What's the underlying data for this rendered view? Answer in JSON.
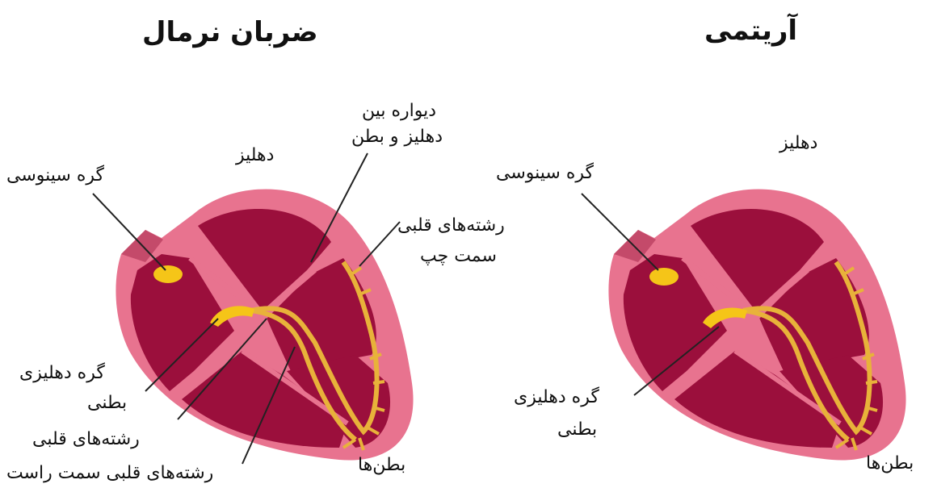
{
  "titles": {
    "normal": "ضربان نرمال",
    "arrhythmia": "آریتمی"
  },
  "labels": {
    "left_atrium": "دهلیز",
    "septum_line1": "دیواره بین",
    "septum_line2": "دهلیز و بطن",
    "left_sa_node": "گره سینوسی",
    "left_bundle_left_line1": "رشته‌های قلبی",
    "left_bundle_left_line2": "سمت چپ",
    "av_node_line1": "گره دهلیزی",
    "av_node_line2": "بطنی",
    "bundle_fibers": "رشته‌های قلبی",
    "right_bundle": "رشته‌های قلبی سمت راست",
    "left_ventricles": "بطن‌ها",
    "right_atrium": "دهلیز",
    "right_sa_node": "گره سینوسی",
    "right_av_node_line1": "گره دهلیزی",
    "right_av_node_line2": "بطنی",
    "right_ventricles": "بطن‌ها"
  },
  "colors": {
    "heart_outer": "#e8738f",
    "heart_chamber": "#9b0f3c",
    "node": "#f5c518",
    "conduction": "#e8b23a",
    "leader": "#222222"
  }
}
